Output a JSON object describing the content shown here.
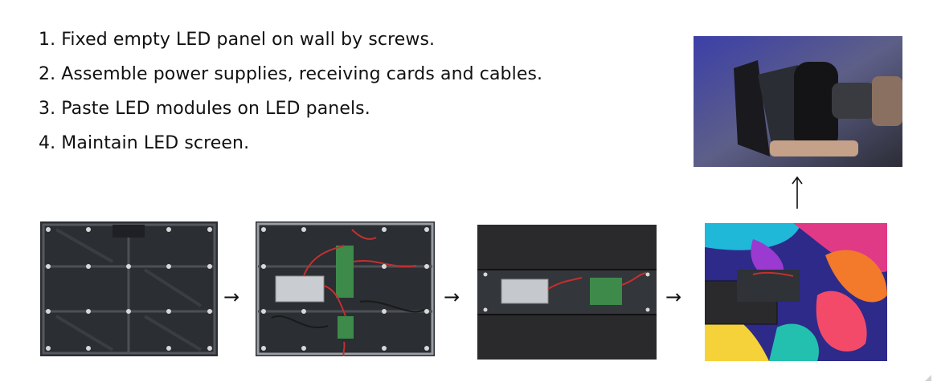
{
  "steps": [
    "1. Fixed empty LED panel on wall by screws.",
    "2. Assemble power supplies, receiving cards and cables.",
    "3. Paste LED modules on LED panels.",
    "4. Maintain LED screen."
  ],
  "images": [
    {
      "icon": "empty-led-panel-photo"
    },
    {
      "icon": "assembled-panel-photo"
    },
    {
      "icon": "modules-pasting-photo"
    },
    {
      "icon": "finished-screen-photo"
    },
    {
      "icon": "maintenance-tool-photo"
    }
  ],
  "arrows": {
    "right": "→"
  }
}
